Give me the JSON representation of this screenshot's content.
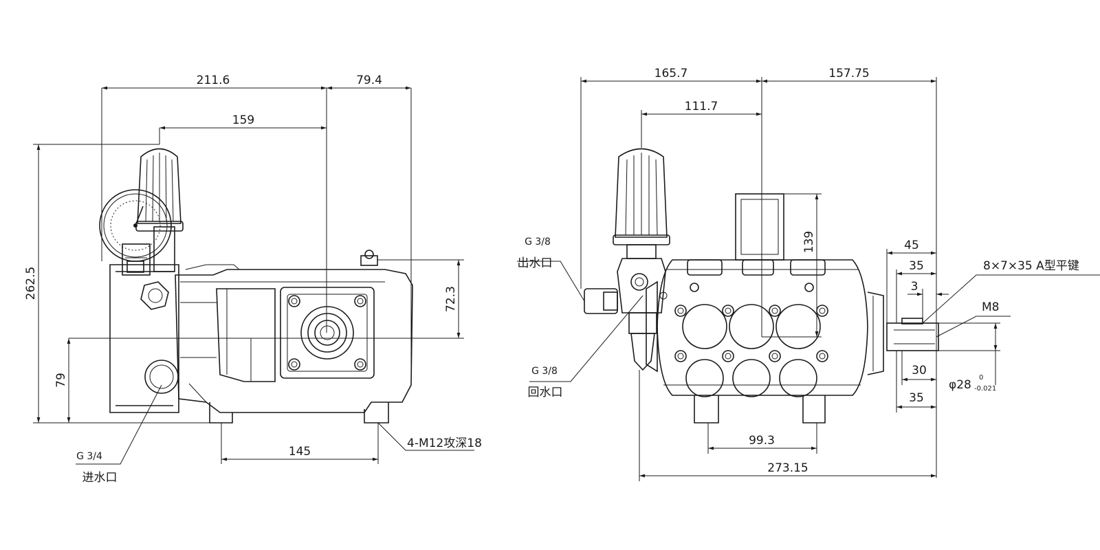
{
  "left_view": {
    "dims": {
      "width_main": "211.6",
      "width_right": "79.4",
      "regulator_offset": "159",
      "total_height": "262.5",
      "shaft_height": "72.3",
      "base_to_center": "79",
      "foot_spacing": "145"
    },
    "labels": {
      "mount_holes": "4-M12攻深18",
      "inlet_thread": "G 3/4",
      "inlet_name": "进水口"
    }
  },
  "right_view": {
    "dims": {
      "left_span": "165.7",
      "right_span": "157.75",
      "regulator_offset": "111.7",
      "shaft_rise": "139",
      "foot_spacing": "99.3",
      "total_width": "273.15",
      "shaft_len_45": "45",
      "shaft_len_35_top": "35",
      "key_offset": "3",
      "shaft_len_30": "30",
      "shaft_len_35_bottom": "35",
      "shaft_dia": "φ28",
      "tol_upper": "0",
      "tol_lower": "-0.021"
    },
    "labels": {
      "outlet_thread": "G 3/8",
      "outlet_name": "出水口",
      "return_thread": "G 3/8",
      "return_name": "回水口",
      "key_spec": "8×7×35 A型平键",
      "thread_spec": "M8"
    }
  }
}
